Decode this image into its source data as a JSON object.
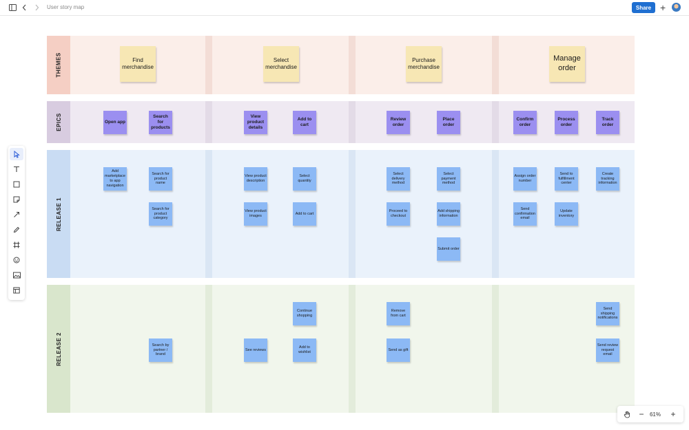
{
  "app": {
    "doc_title": "User story map",
    "share_label": "Share"
  },
  "rows": [
    {
      "label": "THEMES"
    },
    {
      "label": "EPICS"
    },
    {
      "label": "RELEASE 1"
    },
    {
      "label": "RELEASE 2"
    }
  ],
  "themes": [
    "Find merchandise",
    "Select merchandise",
    "Purchase merchandise",
    "Manage order"
  ],
  "epics": [
    "Open app",
    "Search for products",
    "View product details",
    "Add to cart",
    "Review order",
    "Place order",
    "Confirm order",
    "Process order",
    "Track order"
  ],
  "release1": [
    "Add marketplace to app navigation",
    "Search for product name",
    "Search for product category",
    "View product description",
    "View product images",
    "Select quantity",
    "Add to cart",
    "Select delivery method",
    "Proceed to checkout",
    "Select payment method",
    "Add shipping information",
    "Submit order",
    "Assign order number",
    "Send confirmation email",
    "Send to fulfillment center",
    "Update inventory",
    "Create tracking information"
  ],
  "release2": [
    "Search by partner / brand",
    "See reviews",
    "Continue shopping",
    "Add to wishlist",
    "Remove from cart",
    "Send as gift",
    "Send shipping notifications",
    "Send review request email"
  ],
  "zoom": {
    "level": "61%"
  },
  "colors": {
    "themes_band": "#fbeee9",
    "epics_band": "#efe9f2",
    "release1_band": "#eaf2fb",
    "release2_band": "#f1f6ec",
    "themes_label": "#f5cfc4",
    "epics_label": "#d8cce0",
    "release1_label": "#c9dcf3",
    "release2_label": "#d9e6cc",
    "theme_note": "#f7e7b4",
    "epic_note": "#9b8ff0",
    "story_note": "#8cb9f5",
    "share": "#1f6fd1"
  }
}
